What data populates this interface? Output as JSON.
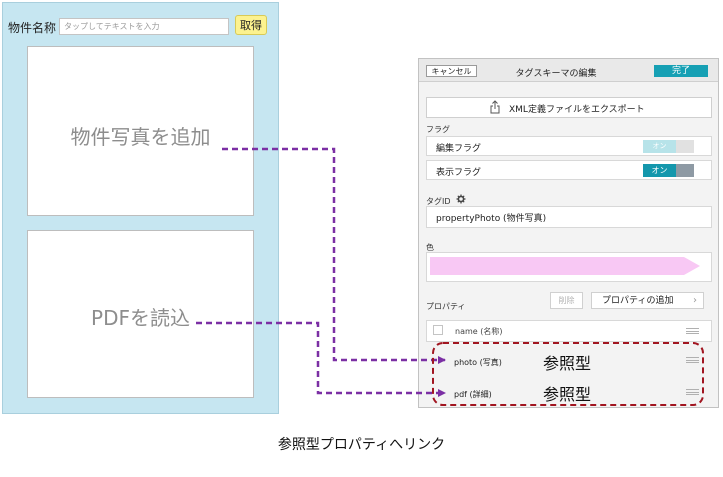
{
  "form": {
    "name_label": "物件名称",
    "name_placeholder": "タップしてテキストを入力",
    "fetch_label": "取得",
    "photo_placeholder": "物件写真を追加",
    "pdf_placeholder": "PDFを読込"
  },
  "editor": {
    "cancel_label": "キャンセル",
    "title": "タグスキーマの編集",
    "done_label": "完了",
    "export_label": "XML定義ファイルをエクスポート",
    "flags_section": "フラグ",
    "edit_flag_label": "編集フラグ",
    "edit_flag_state": "オン",
    "view_flag_label": "表示フラグ",
    "view_flag_state": "オン",
    "tagid_section": "タグID",
    "tagid_value": "propertyPhoto (物件写真)",
    "color_section": "色",
    "color_value": "#f8c8f4",
    "properties_section": "プロパティ",
    "delete_label": "削除",
    "add_property_label": "プロパティの追加",
    "properties": [
      {
        "label": "name (名称)"
      },
      {
        "label": "photo (写真)"
      },
      {
        "label": "pdf (詳細)"
      }
    ]
  },
  "annotation": {
    "ref_type_label": "参照型",
    "caption": "参照型プロパティへリンク",
    "arrow_color": "#7b2fa4",
    "box_color": "#a11520"
  }
}
